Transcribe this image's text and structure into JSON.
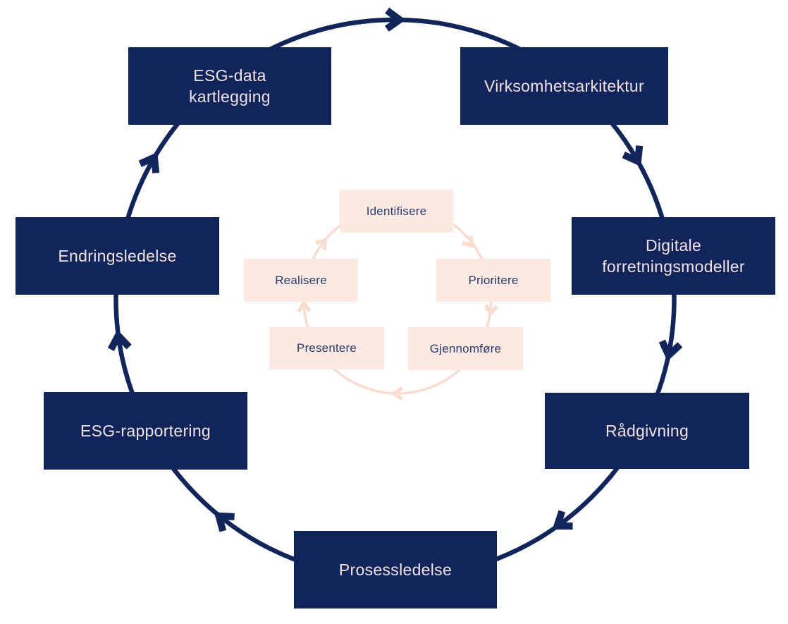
{
  "colors": {
    "navy": "#12255B",
    "box_text_light": "#F0E2E2",
    "pink_box": "#FBE9E2",
    "pink_arrow": "#F9DCD0",
    "inner_text": "#2B3C6B",
    "background": "#FFFFFF"
  },
  "outer_cycle": {
    "direction": "clockwise",
    "boxes": [
      {
        "id": "esg-data-kartlegging",
        "lines": [
          "ESG-data",
          "kartlegging"
        ]
      },
      {
        "id": "virksomhetsarkitektur",
        "lines": [
          "Virksomhetsarkitektur"
        ]
      },
      {
        "id": "digitale-forretningsmodeller",
        "lines": [
          "Digitale",
          "forretningsmodeller"
        ]
      },
      {
        "id": "radgivning",
        "lines": [
          "Rådgivning"
        ]
      },
      {
        "id": "prosessledelse",
        "lines": [
          "Prosessledelse"
        ]
      },
      {
        "id": "esg-rapportering",
        "lines": [
          "ESG-rapportering"
        ]
      },
      {
        "id": "endringsledelse",
        "lines": [
          "Endringsledelse"
        ]
      }
    ]
  },
  "inner_cycle": {
    "direction": "clockwise",
    "boxes": [
      {
        "id": "identifisere",
        "label": "Identifisere"
      },
      {
        "id": "prioritere",
        "label": "Prioritere"
      },
      {
        "id": "gjennomfore",
        "label": "Gjennomføre"
      },
      {
        "id": "presentere",
        "label": "Presentere"
      },
      {
        "id": "realisere",
        "label": "Realisere"
      }
    ]
  }
}
